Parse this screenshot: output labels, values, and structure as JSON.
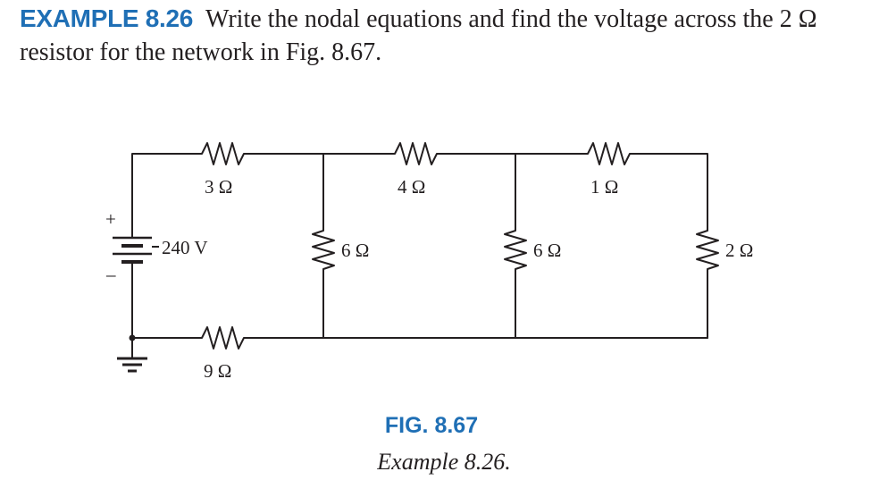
{
  "example": {
    "label": "EXAMPLE 8.26",
    "statement": "Write the nodal equations and find the voltage across the 2 Ω resistor for the network in Fig. 8.67."
  },
  "figure": {
    "label": "FIG. 8.67",
    "subtitle": "Example 8.26."
  },
  "circuit": {
    "source": {
      "value": "240 V",
      "plus": "+",
      "minus": "–"
    },
    "resistors": {
      "r_top_left": "3 Ω",
      "r_bottom_left": "9 Ω",
      "r_shunt_1": "6 Ω",
      "r_top_mid": "4 Ω",
      "r_shunt_2": "6 Ω",
      "r_top_right": "1 Ω",
      "r_load": "2 Ω"
    }
  },
  "colors": {
    "accent_blue": "#1f6fb5",
    "ink": "#231f20"
  }
}
